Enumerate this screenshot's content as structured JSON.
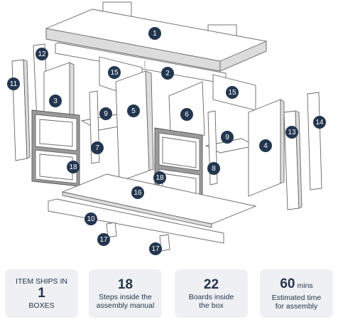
{
  "colors": {
    "badge": "#23364f",
    "card_bg": "#eef0f3",
    "text": "#24344b",
    "line": "#666666"
  },
  "parts": [
    {
      "id": "p1",
      "label": "1"
    },
    {
      "id": "p2",
      "label": "2"
    },
    {
      "id": "p3",
      "label": "3"
    },
    {
      "id": "p4",
      "label": "4"
    },
    {
      "id": "p5",
      "label": "5"
    },
    {
      "id": "p6",
      "label": "6"
    },
    {
      "id": "p7",
      "label": "7"
    },
    {
      "id": "p8",
      "label": "8"
    },
    {
      "id": "p9a",
      "label": "9"
    },
    {
      "id": "p9b",
      "label": "9"
    },
    {
      "id": "p10",
      "label": "10"
    },
    {
      "id": "p11",
      "label": "11"
    },
    {
      "id": "p12",
      "label": "12"
    },
    {
      "id": "p13",
      "label": "13"
    },
    {
      "id": "p14",
      "label": "14"
    },
    {
      "id": "p15a",
      "label": "15"
    },
    {
      "id": "p15b",
      "label": "15"
    },
    {
      "id": "p16",
      "label": "16"
    },
    {
      "id": "p17a",
      "label": "17"
    },
    {
      "id": "p17b",
      "label": "17"
    },
    {
      "id": "p18a",
      "label": "18"
    },
    {
      "id": "p18b",
      "label": "18"
    }
  ],
  "info": [
    {
      "top": "ITEM SHIPS IN",
      "value": "1",
      "unit": "",
      "bottom": "BOXES"
    },
    {
      "top": "",
      "value": "18",
      "unit": "",
      "bottom": "Steps inside the assembly manual"
    },
    {
      "top": "",
      "value": "22",
      "unit": "",
      "bottom": "Boards inside the box"
    },
    {
      "top": "",
      "value": "60",
      "unit": "mins",
      "bottom": "Estimated time for assembly"
    }
  ]
}
